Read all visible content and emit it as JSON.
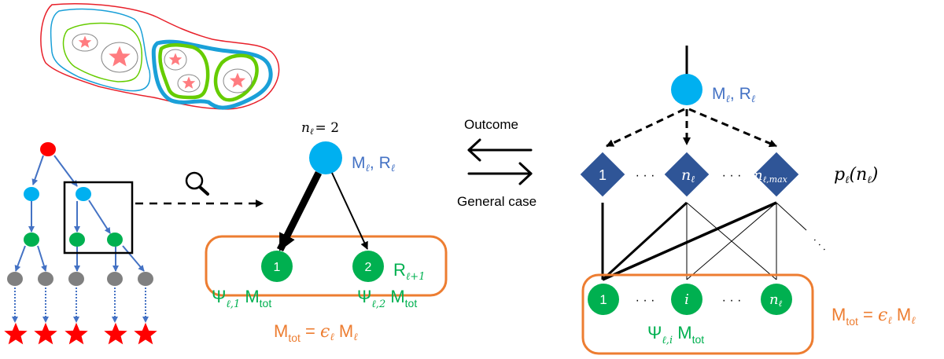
{
  "colors": {
    "blue_node": "#00b0f0",
    "green_node": "#00b050",
    "green_text": "#00b050",
    "red_node": "#ff0000",
    "gray_node": "#808080",
    "tree_edge": "#4472c4",
    "diamond": "#2f5597",
    "orange": "#ed7d31",
    "label_blue": "#4472c4",
    "star_pink": "#ff7c80",
    "contour_red": "#e8202a",
    "contour_blue": "#1aa0d8",
    "contour_green": "#66cc00"
  },
  "tree_panel": {
    "zoom_icon": "magnifier-icon"
  },
  "middle_panel": {
    "n_label": "n",
    "n_sub": "ℓ",
    "n_value": "= 2",
    "parent_label": "M",
    "parent_sub1": "ℓ",
    "parent_mid": ", R",
    "parent_sub2": "ℓ",
    "child1_num": "1",
    "child2_num": "2",
    "child2_radius": "R",
    "child2_radius_sub": "ℓ+1",
    "psi1": "Ψ",
    "psi1_sub": "ℓ,1",
    "psi1_m": " M",
    "psi1_m_sub": "tot",
    "psi2": "Ψ",
    "psi2_sub": "ℓ,2",
    "psi2_m": " M",
    "psi2_m_sub": "tot",
    "mtot_m": "M",
    "mtot_sub": "tot",
    "mtot_eq": " = ",
    "mtot_eps": "ϵ",
    "mtot_eps_sub": "ℓ",
    "mtot_M": " M",
    "mtot_M_sub": "ℓ"
  },
  "arrows": {
    "outcome": "Outcome",
    "general": "General case"
  },
  "right_panel": {
    "parent_label": "M",
    "parent_sub1": "ℓ",
    "parent_mid": ", R",
    "parent_sub2": "ℓ",
    "diamonds": [
      {
        "label": "1",
        "sub": ""
      },
      {
        "label": "n",
        "sub": "ℓ"
      },
      {
        "label": "n",
        "sub": "ℓ,max"
      }
    ],
    "prob_p": "p",
    "prob_sub": "ℓ",
    "prob_open": "(n",
    "prob_sub2": "ℓ",
    "prob_close": ")",
    "children": [
      {
        "label": "1",
        "sub": ""
      },
      {
        "label": "i",
        "sub": ""
      },
      {
        "label": "n",
        "sub": "ℓ"
      }
    ],
    "ellipsis": "· · ·",
    "psi": "Ψ",
    "psi_sub": "ℓ,i",
    "psi_m": " M",
    "psi_m_sub": "tot",
    "mtot_m": "M",
    "mtot_sub": "tot",
    "mtot_eq": " = ",
    "mtot_eps": "ϵ",
    "mtot_eps_sub": "ℓ",
    "mtot_M": " M",
    "mtot_M_sub": "ℓ"
  }
}
